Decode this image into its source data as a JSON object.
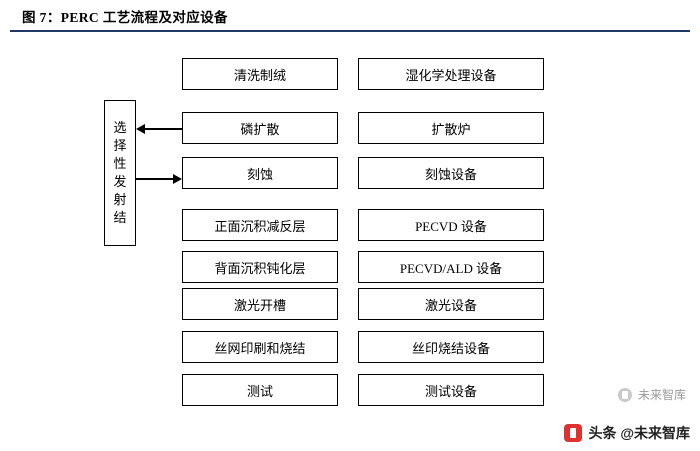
{
  "header": {
    "title": "图 7：PERC 工艺流程及对应设备"
  },
  "diagram": {
    "selective_emitter": {
      "chars": [
        "选",
        "择",
        "性",
        "发",
        "射",
        "结"
      ]
    },
    "process_steps": [
      {
        "label": "清洗制绒"
      },
      {
        "label": "磷扩散"
      },
      {
        "label": "刻蚀"
      },
      {
        "label": "正面沉积减反层"
      },
      {
        "label": "背面沉积钝化层"
      },
      {
        "label": "激光开槽"
      },
      {
        "label": "丝网印刷和烧结"
      },
      {
        "label": "测试"
      }
    ],
    "equipment_steps": [
      {
        "label": "湿化学处理设备"
      },
      {
        "label": "扩散炉"
      },
      {
        "label": "刻蚀设备"
      },
      {
        "label": "PECVD 设备"
      },
      {
        "label": "PECVD/ALD 设备"
      },
      {
        "label": "激光设备"
      },
      {
        "label": "丝印烧结设备"
      },
      {
        "label": "测试设备"
      }
    ]
  },
  "watermark": {
    "text": "未来智库"
  },
  "footer": {
    "text": "头条 @未来智库"
  },
  "colors": {
    "rule": "#1f3864",
    "box_border": "#000000",
    "background": "#ffffff"
  }
}
